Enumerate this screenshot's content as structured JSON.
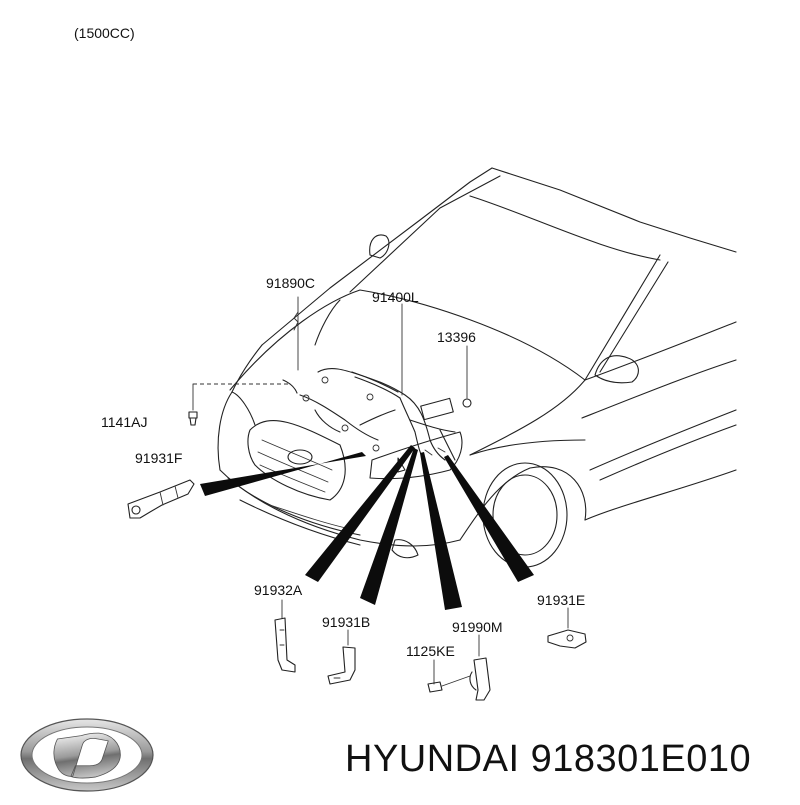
{
  "header": {
    "engine": "(1500CC)"
  },
  "parts": [
    {
      "id": "p1",
      "label": "91890C"
    },
    {
      "id": "p2",
      "label": "91400L"
    },
    {
      "id": "p3",
      "label": "13396"
    },
    {
      "id": "p4",
      "label": "1141AJ"
    },
    {
      "id": "p5",
      "label": "91931F"
    },
    {
      "id": "p6",
      "label": "91932A"
    },
    {
      "id": "p7",
      "label": "91931B"
    },
    {
      "id": "p8",
      "label": "91990M"
    },
    {
      "id": "p9",
      "label": "1125KE"
    },
    {
      "id": "p10",
      "label": "91931E"
    }
  ],
  "footer": {
    "brand_text": "HYUNDAI 918301E010"
  },
  "icons": {
    "logo": "hyundai-logo-icon"
  }
}
